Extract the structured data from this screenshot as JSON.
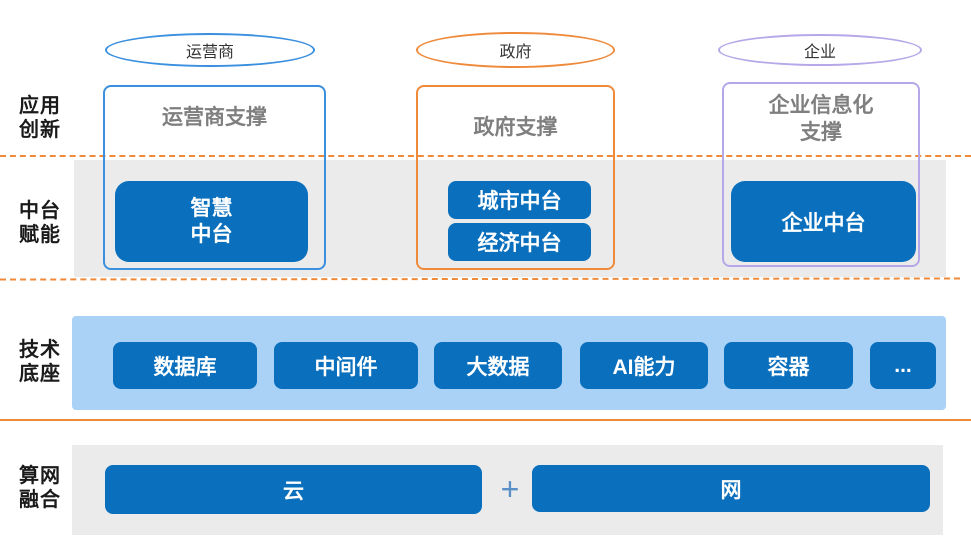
{
  "row_labels": {
    "app": [
      "应用",
      "创新"
    ],
    "platform": [
      "中台",
      "赋能"
    ],
    "tech": [
      "技术",
      "底座"
    ],
    "compute": [
      "算网",
      "融合"
    ]
  },
  "columns": [
    {
      "oval": "运营商",
      "title": [
        "运营商支撑"
      ],
      "platforms": [
        [
          "智慧",
          "中台"
        ]
      ]
    },
    {
      "oval": "政府",
      "title": [
        "政府支撑"
      ],
      "platforms": [
        [
          "城市中台"
        ],
        [
          "经济中台"
        ]
      ]
    },
    {
      "oval": "企业",
      "title": [
        "企业信息化",
        "支撑"
      ],
      "platforms": [
        [
          "企业中台"
        ]
      ]
    }
  ],
  "tech_items": [
    "数据库",
    "中间件",
    "大数据",
    "AI能力",
    "容器",
    "..."
  ],
  "compute": {
    "left": "云",
    "plus": "+",
    "right": "网"
  },
  "colors": {
    "operator": "#3a8fde",
    "government": "#ef8a3b",
    "enterprise": "#b6a8e8",
    "primary_blue": "#0a6fbd",
    "light_blue": "#a9d2f6",
    "gray_band": "#ebebeb",
    "divider_orange": "#ef8a3b"
  }
}
